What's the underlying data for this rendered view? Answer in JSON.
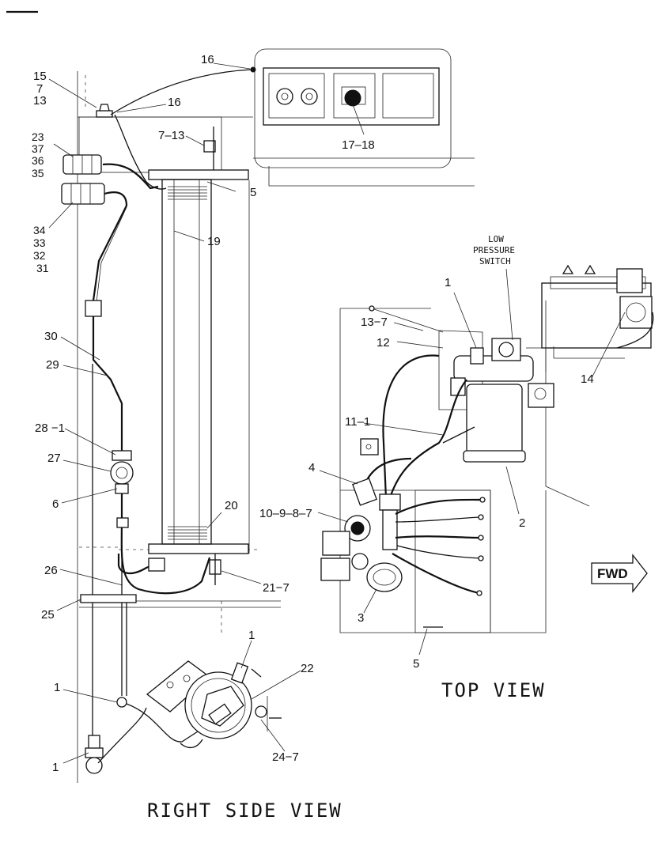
{
  "views": {
    "right_side": "RIGHT SIDE VIEW",
    "top": "TOP VIEW"
  },
  "switch_label": {
    "line1": "LOW",
    "line2": "PRESSURE",
    "line3": "SWITCH"
  },
  "direction_label": "FWD",
  "callouts": {
    "c16a": "16",
    "c15": "15",
    "c7a": "7",
    "c13": "13",
    "c16b": "16",
    "c7_13": "7–13",
    "c23": "23",
    "c37": "37",
    "c36": "36",
    "c35": "35",
    "c5a": "5",
    "c34": "34",
    "c33": "33",
    "c32": "32",
    "c31": "31",
    "c19": "19",
    "c17_18": "17–18",
    "c30": "30",
    "c29": "29",
    "c28_1": "28 −1",
    "c27": "27",
    "c6": "6",
    "c20": "20",
    "c26": "26",
    "c21_7": "21−7",
    "c25": "25",
    "c1a": "1",
    "c22": "22",
    "c1b": "1",
    "c1c": "1",
    "c24_7": "24−7",
    "c1top": "1",
    "c13_7": "13−7",
    "c12": "12",
    "c14": "14",
    "c11_1": "11–1",
    "c4": "4",
    "c10_9_8_7": "10–9–8–7",
    "c2": "2",
    "c3": "3",
    "c5b": "5"
  }
}
